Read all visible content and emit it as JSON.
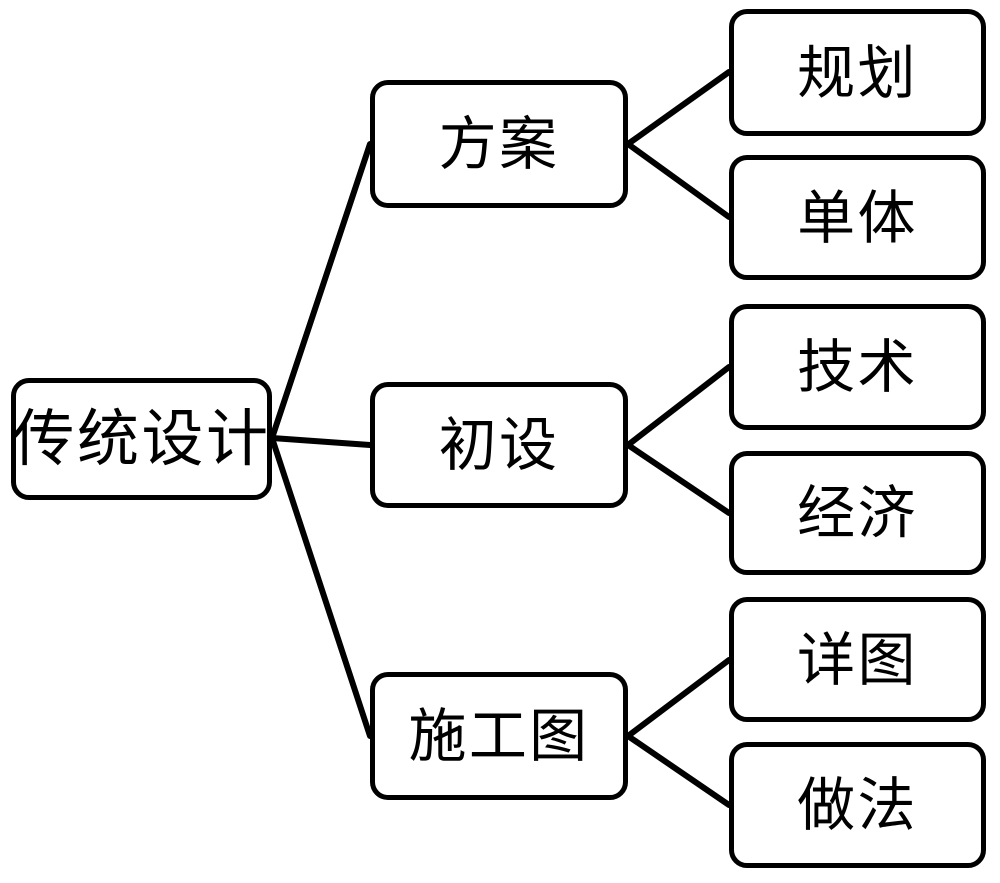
{
  "diagram": {
    "type": "tree-hierarchy",
    "orientation": "left-to-right",
    "title": "传统设计",
    "style": {
      "background_color": "#ffffff",
      "box_border_color": "#000000",
      "box_fill_color": "#ffffff",
      "connector_color": "#000000"
    },
    "root": {
      "id": "root",
      "label": "传统设计"
    },
    "branches": [
      {
        "id": "branch-fangan",
        "label": "方案",
        "children": [
          {
            "id": "leaf-guihua",
            "label": "规划"
          },
          {
            "id": "leaf-danti",
            "label": "单体"
          }
        ]
      },
      {
        "id": "branch-chushe",
        "label": "初设",
        "children": [
          {
            "id": "leaf-jishu",
            "label": "技术"
          },
          {
            "id": "leaf-jingji",
            "label": "经济"
          }
        ]
      },
      {
        "id": "branch-shigongtu",
        "label": "施工图",
        "children": [
          {
            "id": "leaf-xiangtu",
            "label": "详图"
          },
          {
            "id": "leaf-zuofa",
            "label": "做法"
          }
        ]
      }
    ]
  }
}
